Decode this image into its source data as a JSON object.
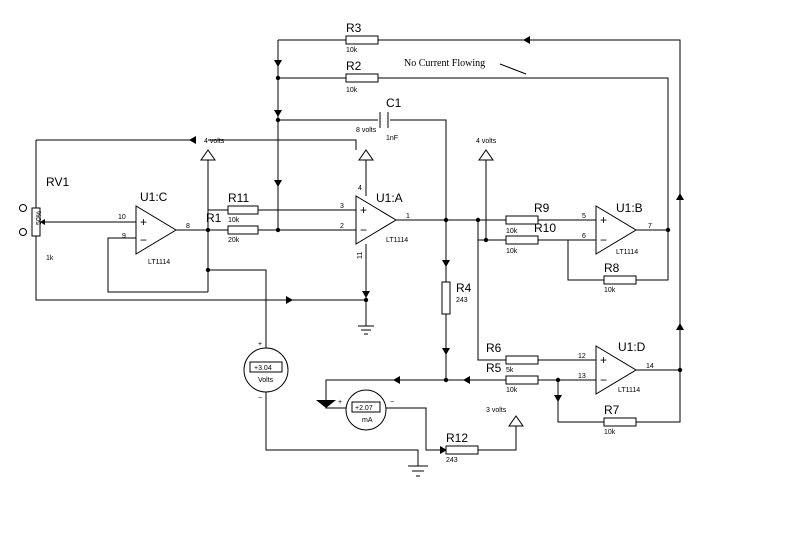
{
  "annotation": "No Current Flowing",
  "parts": {
    "rv1": {
      "name": "RV1",
      "value": "1k",
      "wiper": "50%"
    },
    "u1c": {
      "name": "U1:C",
      "model": "LT1114",
      "pin_in_plus": "10",
      "pin_in_minus": "9",
      "pin_out": "8"
    },
    "u1a": {
      "name": "U1:A",
      "model": "LT1114",
      "pin_in_plus": "3",
      "pin_in_minus": "2",
      "pin_out": "1",
      "pin_vplus": "4",
      "pin_vminus": "11"
    },
    "u1b": {
      "name": "U1:B",
      "model": "LT1114",
      "pin_in_plus": "5",
      "pin_in_minus": "6",
      "pin_out": "7"
    },
    "u1d": {
      "name": "U1:D",
      "model": "LT1114",
      "pin_in_plus": "12",
      "pin_in_minus": "13",
      "pin_out": "14"
    },
    "r1": {
      "name": "R1",
      "value": "20k"
    },
    "r2": {
      "name": "R2",
      "value": "10k"
    },
    "r3": {
      "name": "R3",
      "value": "10k"
    },
    "r4": {
      "name": "R4",
      "value": "243"
    },
    "r5": {
      "name": "R5",
      "value": "10k"
    },
    "r6": {
      "name": "R6",
      "value": "5k"
    },
    "r7": {
      "name": "R7",
      "value": "10k"
    },
    "r8": {
      "name": "R8",
      "value": "10k"
    },
    "r9": {
      "name": "R9",
      "value": "10k"
    },
    "r10": {
      "name": "R10",
      "value": "10k"
    },
    "r11": {
      "name": "R11",
      "value": "10k"
    },
    "r12": {
      "name": "R12",
      "value": "243"
    },
    "c1": {
      "name": "C1",
      "value": "1nF"
    }
  },
  "supplies": {
    "v8": "8 volts",
    "v4": "4 volts",
    "v3": "3 volts",
    "v4b": "4 volts"
  },
  "meters": {
    "voltmeter": {
      "reading": "+3.04",
      "unit": "Volts"
    },
    "ammeter": {
      "reading": "+2.07",
      "unit": "mA"
    }
  },
  "signs": {
    "plus": "+",
    "minus": "−"
  }
}
